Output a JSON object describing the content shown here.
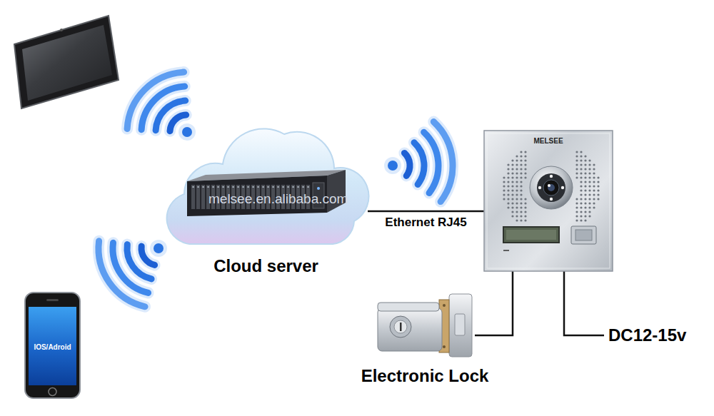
{
  "diagram": {
    "nodes": [
      {
        "text": [
          "Cloud server"
        ]
      },
      {
        "text": [
          "MELSEE"
        ]
      },
      {
        "text": [
          "Electronic Lock"
        ]
      },
      {
        "text": [
          "IOS/Adroid"
        ]
      }
    ],
    "edges": [
      {
        "from": 0,
        "to": 1,
        "arrow": "none",
        "label": "Ethernet RJ45"
      },
      {
        "from": 1,
        "to": 2,
        "arrow": "none"
      }
    ],
    "labels": [
      "DC12-15v",
      "melsee.en.alibaba.com"
    ]
  }
}
